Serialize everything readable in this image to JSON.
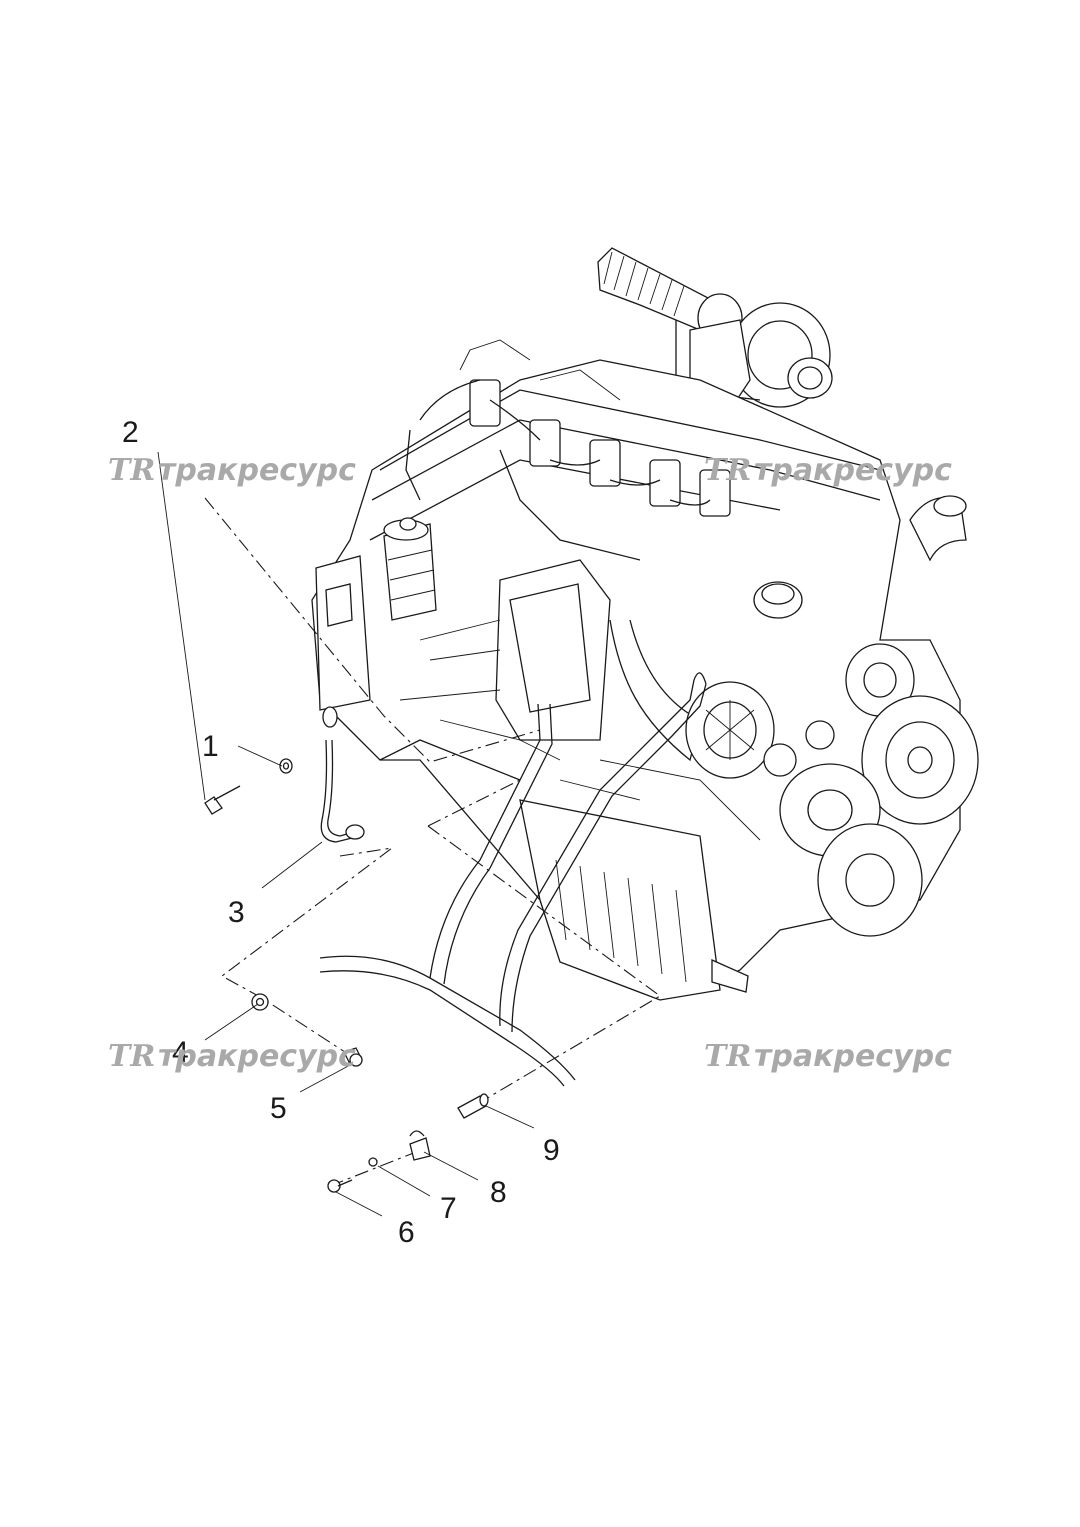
{
  "watermarks": [
    {
      "logo": "TR",
      "text": "тракресурс"
    },
    {
      "logo": "TR",
      "text": "тракресурс"
    },
    {
      "logo": "TR",
      "text": "тракресурс"
    },
    {
      "logo": "TR",
      "text": "тракресурс"
    }
  ],
  "callouts": [
    "1",
    "2",
    "3",
    "4",
    "5",
    "6",
    "7",
    "8",
    "9"
  ],
  "colors": {
    "line": "#1a1a1a",
    "watermark": "#a9a9a9",
    "background": "#ffffff"
  }
}
